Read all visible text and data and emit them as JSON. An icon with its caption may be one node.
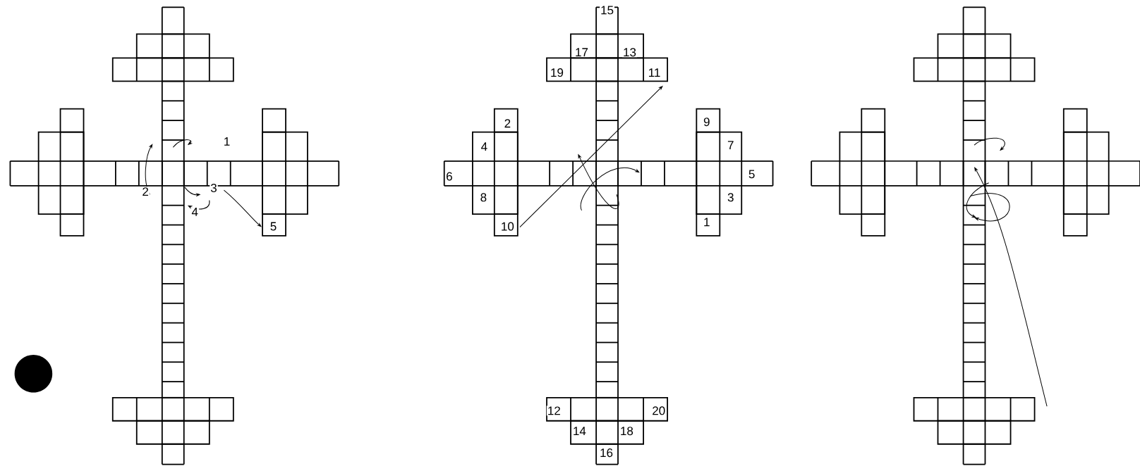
{
  "diagram": {
    "labels": [
      "1",
      "2",
      "3",
      "4",
      "5",
      "15",
      "17",
      "13",
      "19",
      "11",
      "2",
      "9",
      "4",
      "7",
      "6",
      "5",
      "8",
      "3",
      "10",
      "1",
      "12",
      "20",
      "14",
      "18",
      "16"
    ]
  }
}
